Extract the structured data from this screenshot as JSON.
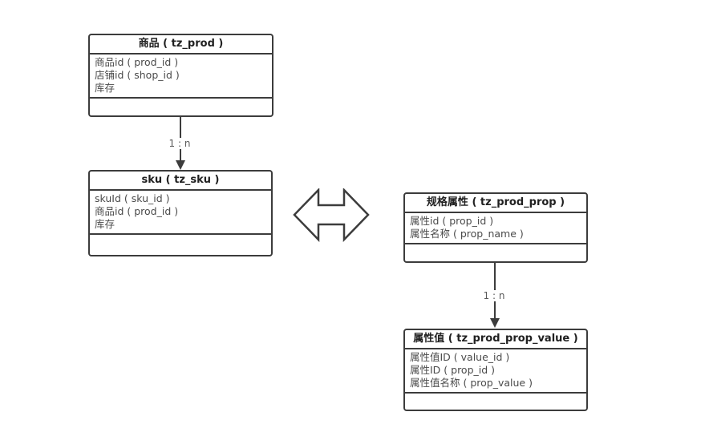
{
  "diagram": {
    "background": "#ffffff",
    "colors": {
      "shape_border": "#3c3c3c",
      "title_text": "#202020",
      "row_text": "#4a4a4a",
      "label_text": "#5a5a5a"
    },
    "tables": [
      {
        "id": "prod",
        "title": "商品 ( tz_prod )",
        "rows": [
          "商品id ( prod_id )",
          "店铺id ( shop_id )",
          "库存"
        ]
      },
      {
        "id": "sku",
        "title": "sku ( tz_sku )",
        "rows": [
          "skuId ( sku_id )",
          "商品id ( prod_id )",
          "库存"
        ]
      },
      {
        "id": "prod_prop",
        "title": "规格属性 ( tz_prod_prop )",
        "rows": [
          "属性id ( prop_id )",
          "属性名称 ( prop_name )"
        ]
      },
      {
        "id": "prod_prop_value",
        "title": "属性值 ( tz_prod_prop_value )",
        "rows": [
          "属性值ID ( value_id )",
          "属性ID ( prop_id )",
          "属性值名称 ( prop_value )"
        ]
      }
    ],
    "connectors": [
      {
        "from": "prod",
        "to": "sku",
        "label": "1 : n"
      },
      {
        "from": "prod_prop",
        "to": "prod_prop_value",
        "label": "1 : n"
      }
    ],
    "relation_arrow": {
      "between": [
        "sku",
        "prod_prop"
      ],
      "type": "double-headed"
    }
  }
}
